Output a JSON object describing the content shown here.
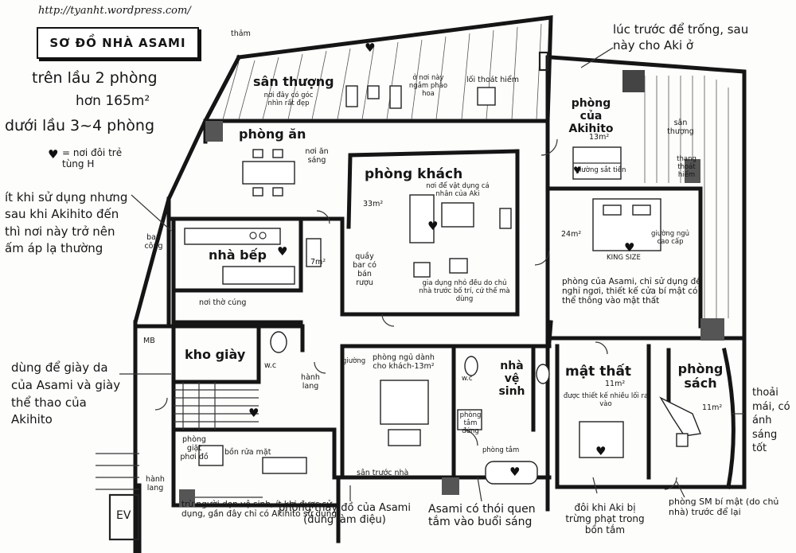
{
  "site_url": "http://tyanht.wordpress.com/",
  "title": "SƠ ĐỒ NHÀ ASAMI",
  "summary": {
    "upstairs": "trên lầu   2 phòng",
    "area": "hơn 165m²",
    "downstairs": "dưới lầu  3~4 phòng"
  },
  "legend": {
    "symbol": "♥",
    "text": "= nơi đôi trẻ tùng H"
  },
  "notes": {
    "top_right": "lúc trước để trống, sau này cho Aki ở",
    "left_kitchen": "ít khi sử dụng nhưng sau khi Akihito đến thì nơi này trở nên ấm áp lạ thường",
    "left_shoes": "dùng để giày da của Asami và giày thể thao của Akihito",
    "right_library": "thoải mái, có ánh sáng tốt",
    "bottom_cleaner": "trừ người dọn vệ sinh, ít khi được sử dụng, gần đây chỉ có Akihito sử dụng",
    "bottom_dressing": "phòng thay đồ của Asami (dùng làm điệu)",
    "bottom_bath_habit": "Asami có thói quen tắm vào buổi sáng",
    "bottom_punish": "đôi khi Aki bị trừng phạt trong bồn tắm",
    "bottom_sm": "phòng SM bí mật (do chủ nhà) trước để lại"
  },
  "rooms": {
    "roof_terrace": "sân thượng",
    "roof_terrace_note": "nơi đây có góc nhìn rất đẹp",
    "fireworks_note": "ở nơi này ngắm pháo hoa",
    "emergency_exit": "lối thoát hiểm",
    "carpet": "thảm",
    "akihito_room": "phòng của Akihito",
    "akihito_area": "13m²",
    "akihito_bed": "giường sắt tiền",
    "side_terrace": "sân thượng",
    "stairs": "thang thoát hiểm",
    "dining": "phòng ăn",
    "dining_note": "nơi ăn sáng",
    "living": "phòng khách",
    "living_area": "33m²",
    "living_note": "nơi để vật dụng cá nhân của Aki",
    "kitchen": "nhà bếp",
    "kitchen_area": "7m²",
    "balcony": "ban công",
    "bar": "quầy bar có bán rượu",
    "furniture_note": "gia dụng nhỏ đều do chủ nhà trước bố trí, cứ thế mà dùng",
    "altar": "nơi thờ cúng",
    "asami_area": "24m²",
    "asami_bed": "giường ngủ cao cấp",
    "king_size": "KING SIZE",
    "asami_room": "phòng của Asami, chỉ sử dụng để nghỉ ngơi, thiết kế cửa bí mật có thể thông vào mật thất",
    "mb": "MB",
    "shoe_room": "kho giày",
    "wc": "w.c",
    "wc2": "w.c",
    "hallway": "hành lang",
    "guest_bed": "giường",
    "guest_room": "phòng ngủ dành cho khách-13m²",
    "toilet_room": "nhà vệ sinh",
    "secret_room": "mật thất",
    "secret_area": "11m²",
    "secret_note": "được thiết kế nhiều lối ra vào",
    "library": "phòng sách",
    "library_area": "11m²",
    "laundry": "phòng giặt phơi đồ",
    "washbasin": "bồn rửa mặt",
    "shower": "phòng tắm đứng",
    "bathroom": "phòng tắm",
    "front_yard": "sân trước nhà",
    "hallway2": "hành lang",
    "ev": "EV"
  }
}
